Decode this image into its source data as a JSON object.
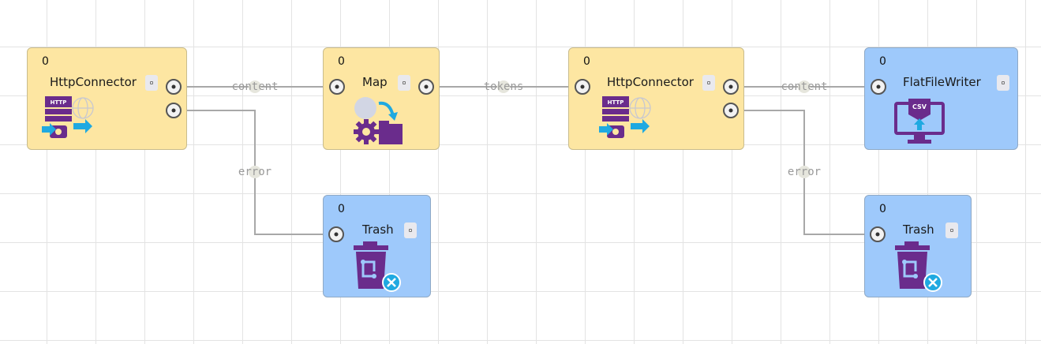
{
  "nodes": [
    {
      "id": "http1",
      "title": "HttpConnector",
      "count": "0",
      "icon": "http-connector-icon"
    },
    {
      "id": "map",
      "title": "Map",
      "count": "0",
      "icon": "map-transform-icon"
    },
    {
      "id": "http2",
      "title": "HttpConnector",
      "count": "0",
      "icon": "http-connector-icon"
    },
    {
      "id": "writer",
      "title": "FlatFileWriter",
      "count": "0",
      "icon": "csv-file-writer-icon",
      "icon_text": "CSV"
    },
    {
      "id": "trash1",
      "title": "Trash",
      "count": "0",
      "icon": "trash-icon"
    },
    {
      "id": "trash2",
      "title": "Trash",
      "count": "0",
      "icon": "trash-icon"
    }
  ],
  "http_icon_text": "HTTP",
  "edges": [
    {
      "label": "content"
    },
    {
      "label": "tokens"
    },
    {
      "label": "content"
    },
    {
      "label": "error"
    },
    {
      "label": "error"
    }
  ],
  "colors": {
    "yellow_node": "#fde6a2",
    "blue_node": "#9ec9fb",
    "purple_icon": "#6a2c8c",
    "cyan_accent": "#1fa9e1"
  }
}
